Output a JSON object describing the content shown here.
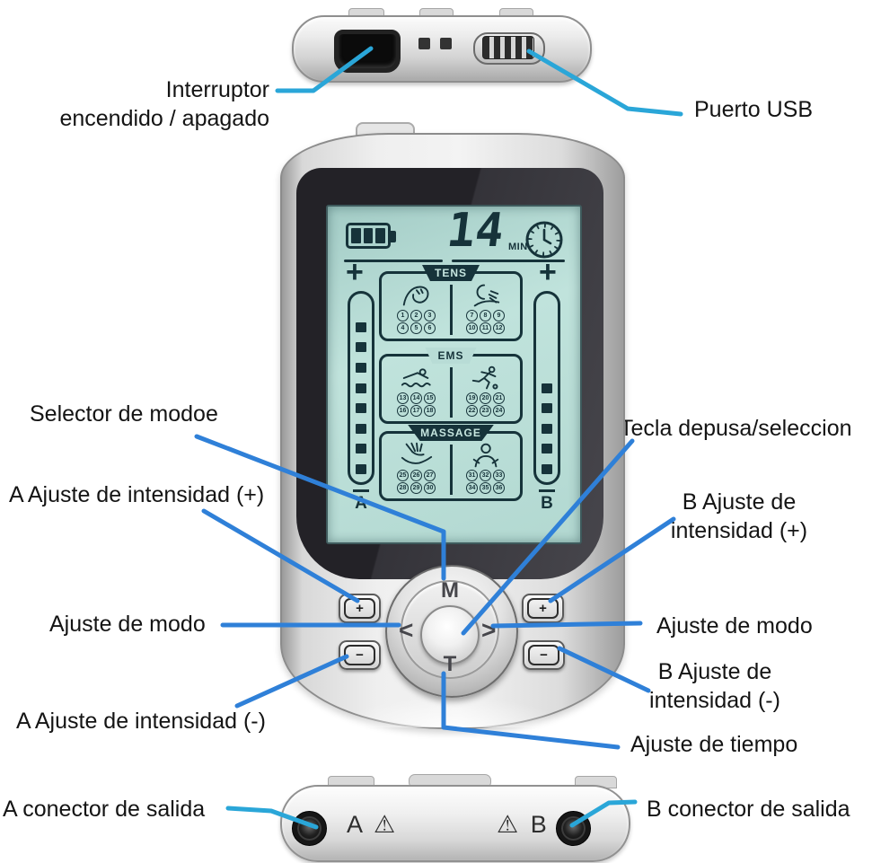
{
  "colors": {
    "callout_primary": "#2aa6d8",
    "callout_secondary": "#2f80d8",
    "lcd_bg": "#b8dcd6",
    "lcd_ink": "#16333a"
  },
  "callouts": {
    "power_switch": {
      "lines": [
        "Interruptor",
        "encendido / apagado"
      ]
    },
    "usb_port": "Puerto USB",
    "mode_selector": "Selector de modoe",
    "press_select_key": "Tecla depusa/seleccion",
    "a_intensity_plus": "A Ajuste de intensidad (+)",
    "b_intensity_plus": {
      "lines": [
        "B Ajuste de",
        "intensidad (+)"
      ]
    },
    "mode_adjust_left": "Ajuste de modo",
    "mode_adjust_right": "Ajuste de modo",
    "a_intensity_minus": "A Ajuste de intensidad (-)",
    "b_intensity_minus": {
      "lines": [
        "B Ajuste de",
        "intensidad (-)"
      ]
    },
    "time_adjust": "Ajuste de tiempo",
    "a_output": "A conector de salida",
    "b_output": "B conector de salida"
  },
  "screen": {
    "timer": {
      "value": "14",
      "unit": "MIN"
    },
    "battery_bars": 3,
    "plus_left": "+",
    "plus_right": "+",
    "channel_a": "A",
    "channel_b": "B",
    "intensity_bar_slots": 9,
    "intensity_a_filled": 8,
    "intensity_b_filled": 5,
    "modes": [
      {
        "name": "TENS",
        "style": "filled",
        "left_icon": "arm-massage-icon",
        "right_icon": "neck-massage-icon",
        "left_numbers": [
          1,
          2,
          3,
          4,
          5,
          6
        ],
        "right_numbers": [
          7,
          8,
          9,
          10,
          11,
          12
        ]
      },
      {
        "name": "EMS",
        "style": "outline",
        "left_icon": "swimmer-icon",
        "right_icon": "runner-icon",
        "left_numbers": [
          13,
          14,
          15,
          16,
          17,
          18
        ],
        "right_numbers": [
          19,
          20,
          21,
          22,
          23,
          24
        ]
      },
      {
        "name": "MASSAGE",
        "style": "filled",
        "left_icon": "massage-hand-icon",
        "right_icon": "shoulder-person-icon",
        "left_numbers": [
          25,
          26,
          27,
          28,
          29,
          30
        ],
        "right_numbers": [
          31,
          32,
          33,
          34,
          35,
          36
        ]
      }
    ]
  },
  "controls": {
    "mode_key": "M",
    "time_key": "T",
    "left_key": "<",
    "right_key": ">",
    "plus_key": "+",
    "minus_key": "−"
  },
  "bottom": {
    "a_jack": "A ⚠",
    "b_jack": "⚠ B"
  }
}
